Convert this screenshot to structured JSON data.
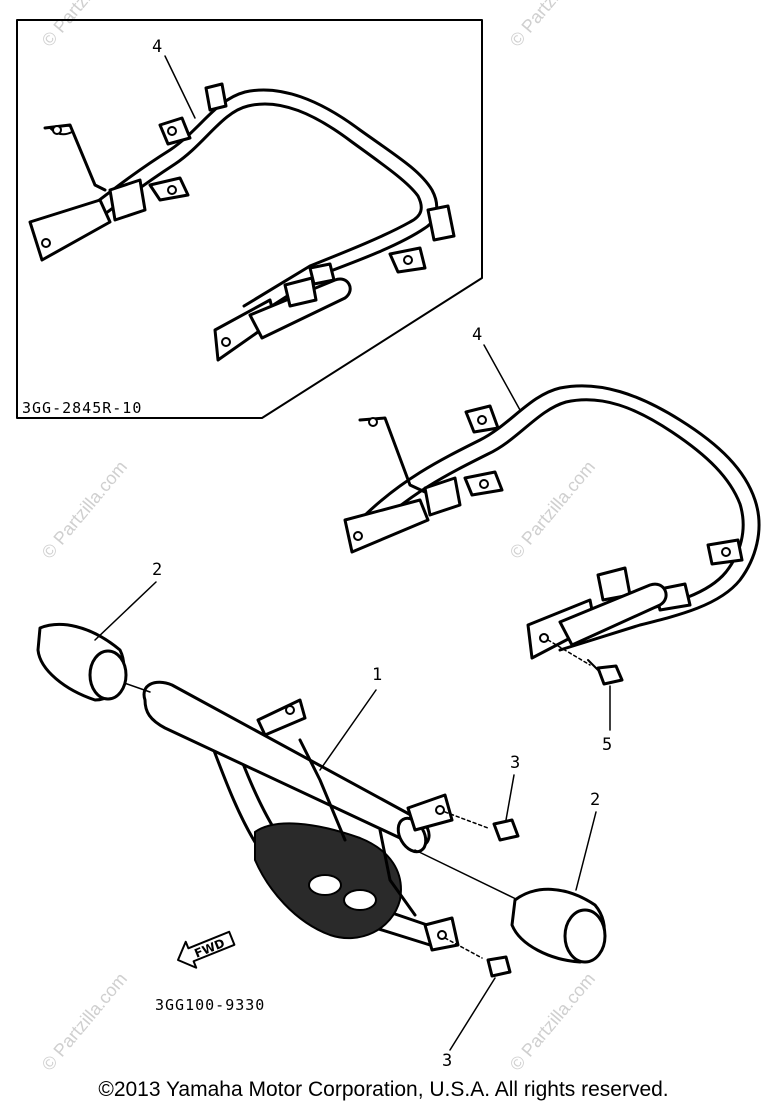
{
  "watermark": "© Partzilla.com",
  "inset": {
    "part_label": "4",
    "code": "3GG-2845R-10"
  },
  "callouts": {
    "part_4": "4",
    "part_2_left": "2",
    "part_1": "1",
    "part_3_top": "3",
    "part_2_right": "2",
    "part_3_bottom": "3",
    "part_5": "5"
  },
  "fwd_label": "FWD",
  "diagram_code": "3GG100-9330",
  "copyright": "©2013  Yamaha Motor Corporation, U.S.A. All rights reserved."
}
